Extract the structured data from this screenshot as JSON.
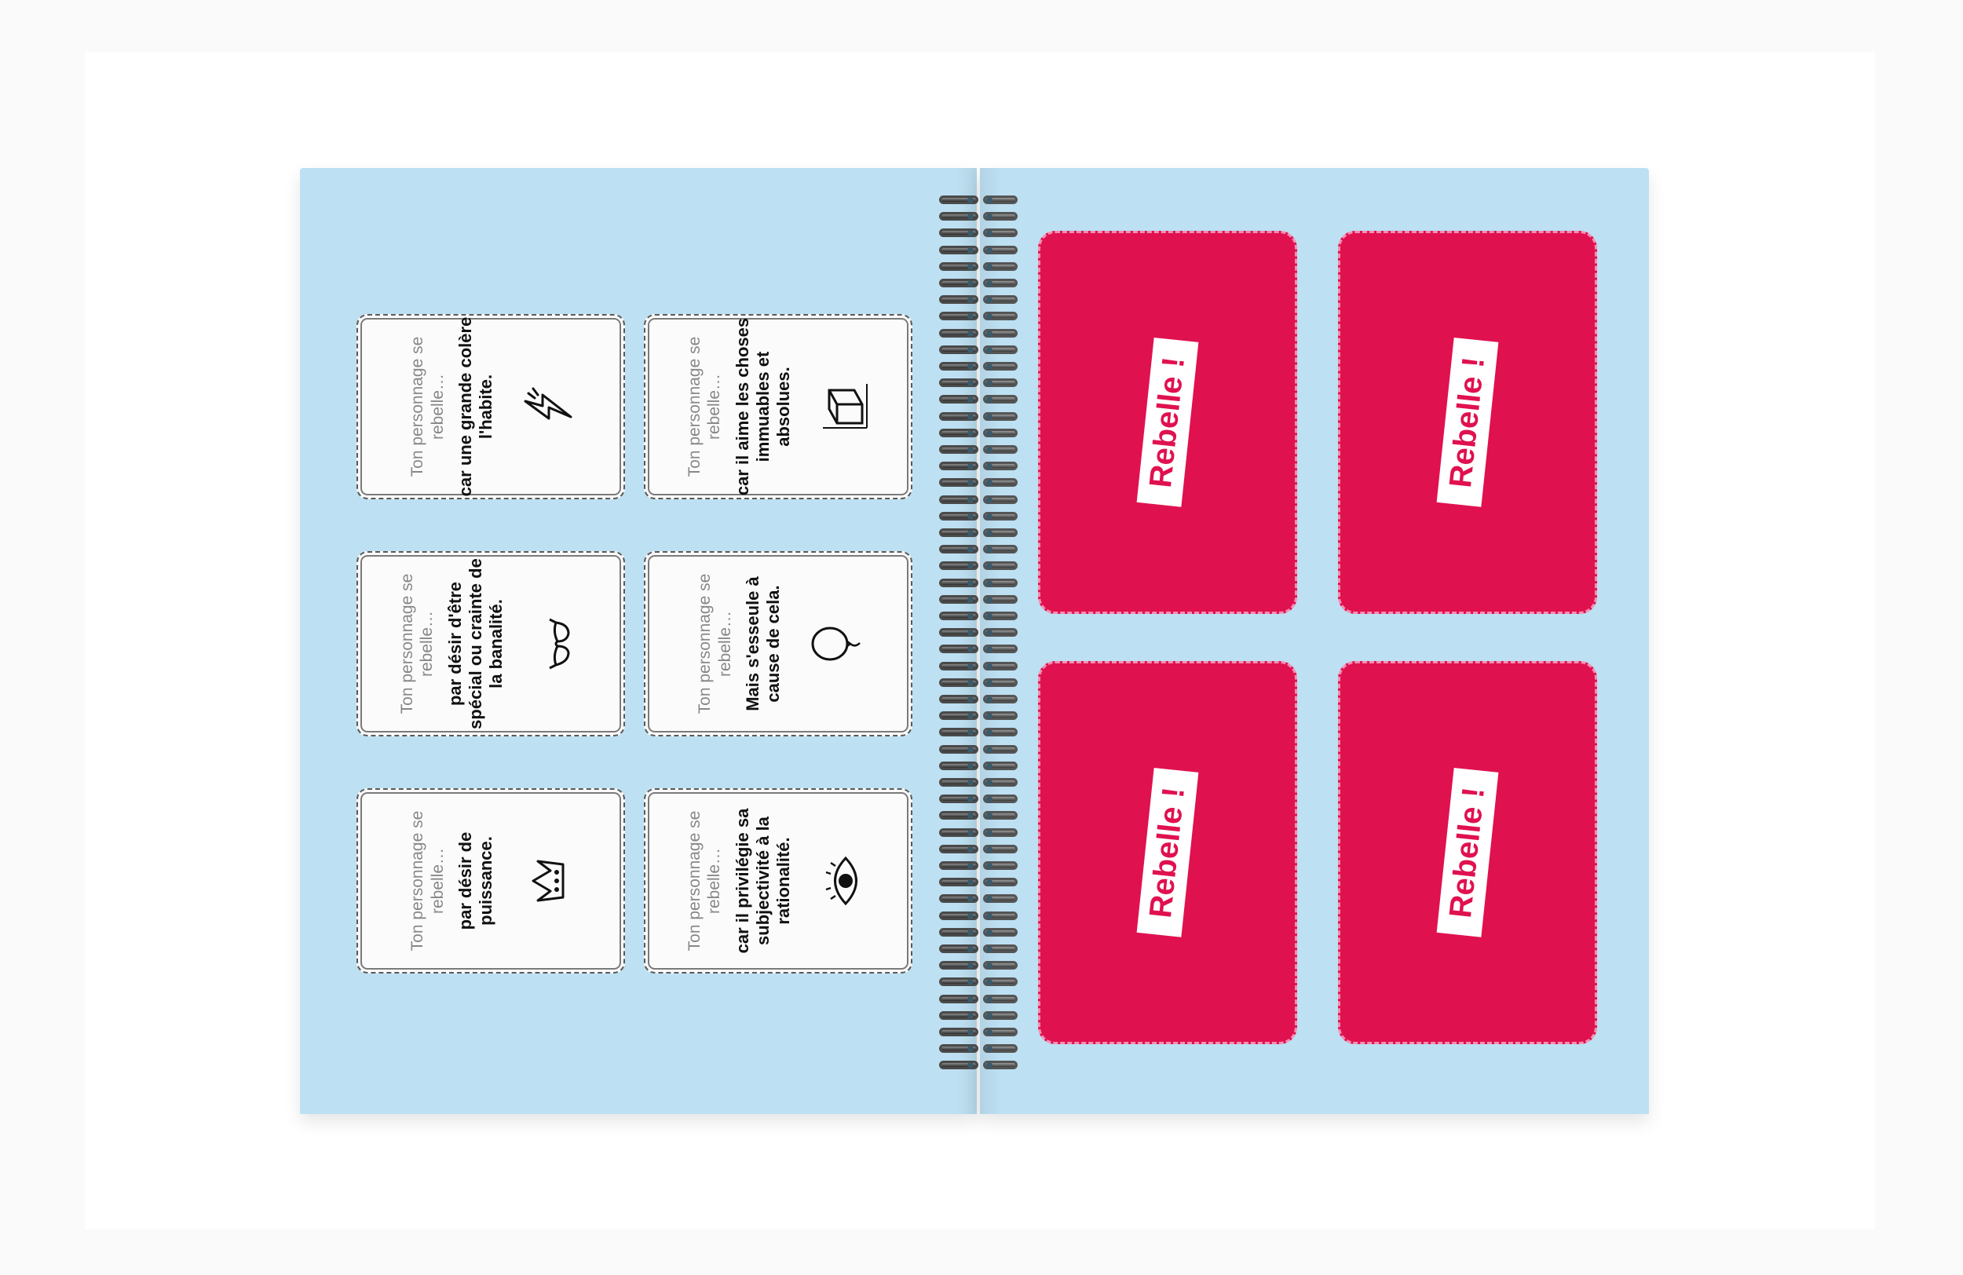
{
  "colors": {
    "page_background": "#bde0f2",
    "card_red": "#e0114f",
    "card_white": "#fbfbfb"
  },
  "left_page": {
    "cards": [
      {
        "lead": "Ton personnage se rebelle…",
        "text": "car une grande colère l'habite.",
        "icon": "lightning-icon"
      },
      {
        "lead": "Ton personnage se rebelle…",
        "text": "car il aime les choses immuables et absolues.",
        "icon": "cube-axes-icon"
      },
      {
        "lead": "Ton personnage se rebelle…",
        "text": "par désir d'être spécial ou crainte de la banalité.",
        "icon": "glasses-icon"
      },
      {
        "lead": "Ton personnage se rebelle…",
        "text": "Mais s'esseule à cause de cela.",
        "icon": "balloon-icon"
      },
      {
        "lead": "Ton personnage se rebelle…",
        "text": "par désir de puissance.",
        "icon": "crown-icon"
      },
      {
        "lead": "Ton personnage se rebelle…",
        "text": "car il privilégie sa subjectivité à la rationalité.",
        "icon": "eye-icon"
      }
    ]
  },
  "right_page": {
    "cards": [
      {
        "label": "Rebelle !"
      },
      {
        "label": "Rebelle !"
      },
      {
        "label": "Rebelle !"
      },
      {
        "label": "Rebelle !"
      }
    ]
  }
}
